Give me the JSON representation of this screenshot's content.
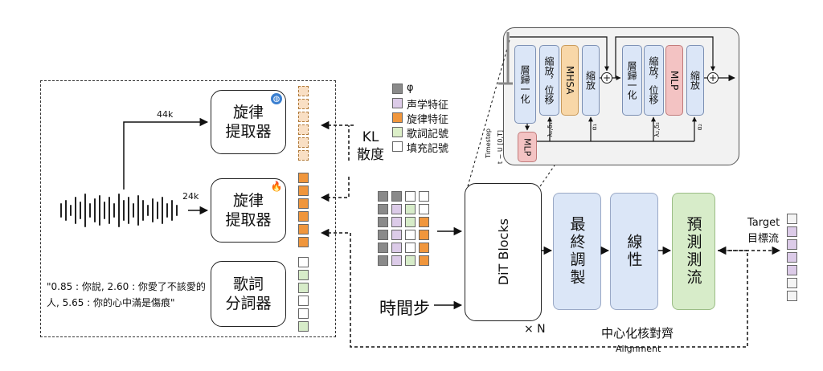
{
  "left_panel": {
    "extractor_top": {
      "label": "旋律\n提取器",
      "rate": "44k"
    },
    "extractor_mid": {
      "label": "旋律\n提取器",
      "rate": "24k"
    },
    "lyrics_tokenizer": {
      "label": "歌詞\n分詞器"
    },
    "lyrics_text": "\"0.85 : 你說, 2.60 : 你愛了不該愛的\n人, 5.65 : 你的心中滿是傷痕\"",
    "kl_label": "KL\n散度"
  },
  "legend": {
    "items": [
      {
        "label": "φ",
        "color": "#8a8a8a"
      },
      {
        "label": "声学特征",
        "color": "#dccbe8"
      },
      {
        "label": "旋律特征",
        "color": "#f0963c"
      },
      {
        "label": "歌詞記號",
        "color": "#dcefc8"
      },
      {
        "label": "填充記號",
        "color": "#ffffff"
      }
    ]
  },
  "dit": {
    "blocks_label": "DiT Blocks",
    "repeat_label": "× N",
    "timestep_label": "時間步",
    "final_modulation": "最終調製",
    "linear": "線性",
    "flow_predict": "預測測流",
    "target_en": "Target",
    "target_zh": "目標流",
    "alignment_zh": "中心化核對齊",
    "alignment_en": "Alignment"
  },
  "inset": {
    "norm1": "層歸一化",
    "scale_shift1": "縮放，位移",
    "mhsa": "MHSA",
    "scale1": "縮放",
    "norm2": "層歸一化",
    "scale_shift2": "縮放，位移",
    "mlp_block": "MLP",
    "scale2": "縮放",
    "mlp_cond": "MLP",
    "timestep_en": "Timestep",
    "t_dist": "t ~ U [0,T]",
    "lambda1": "λ₁,δ₁",
    "alpha1": "α₁",
    "lambda2": "λ₂,δ₂",
    "alpha2": "α₂",
    "plus": "+"
  },
  "colors": {
    "blue": "#dbe6f7",
    "orange": "#f8d7a8",
    "red": "#f3c3c3",
    "green": "#d7ecc9",
    "grey": "#8a8a8a",
    "purple": "#dccbe8",
    "melody": "#f0963c",
    "melody_light": "#f9dfc4"
  }
}
